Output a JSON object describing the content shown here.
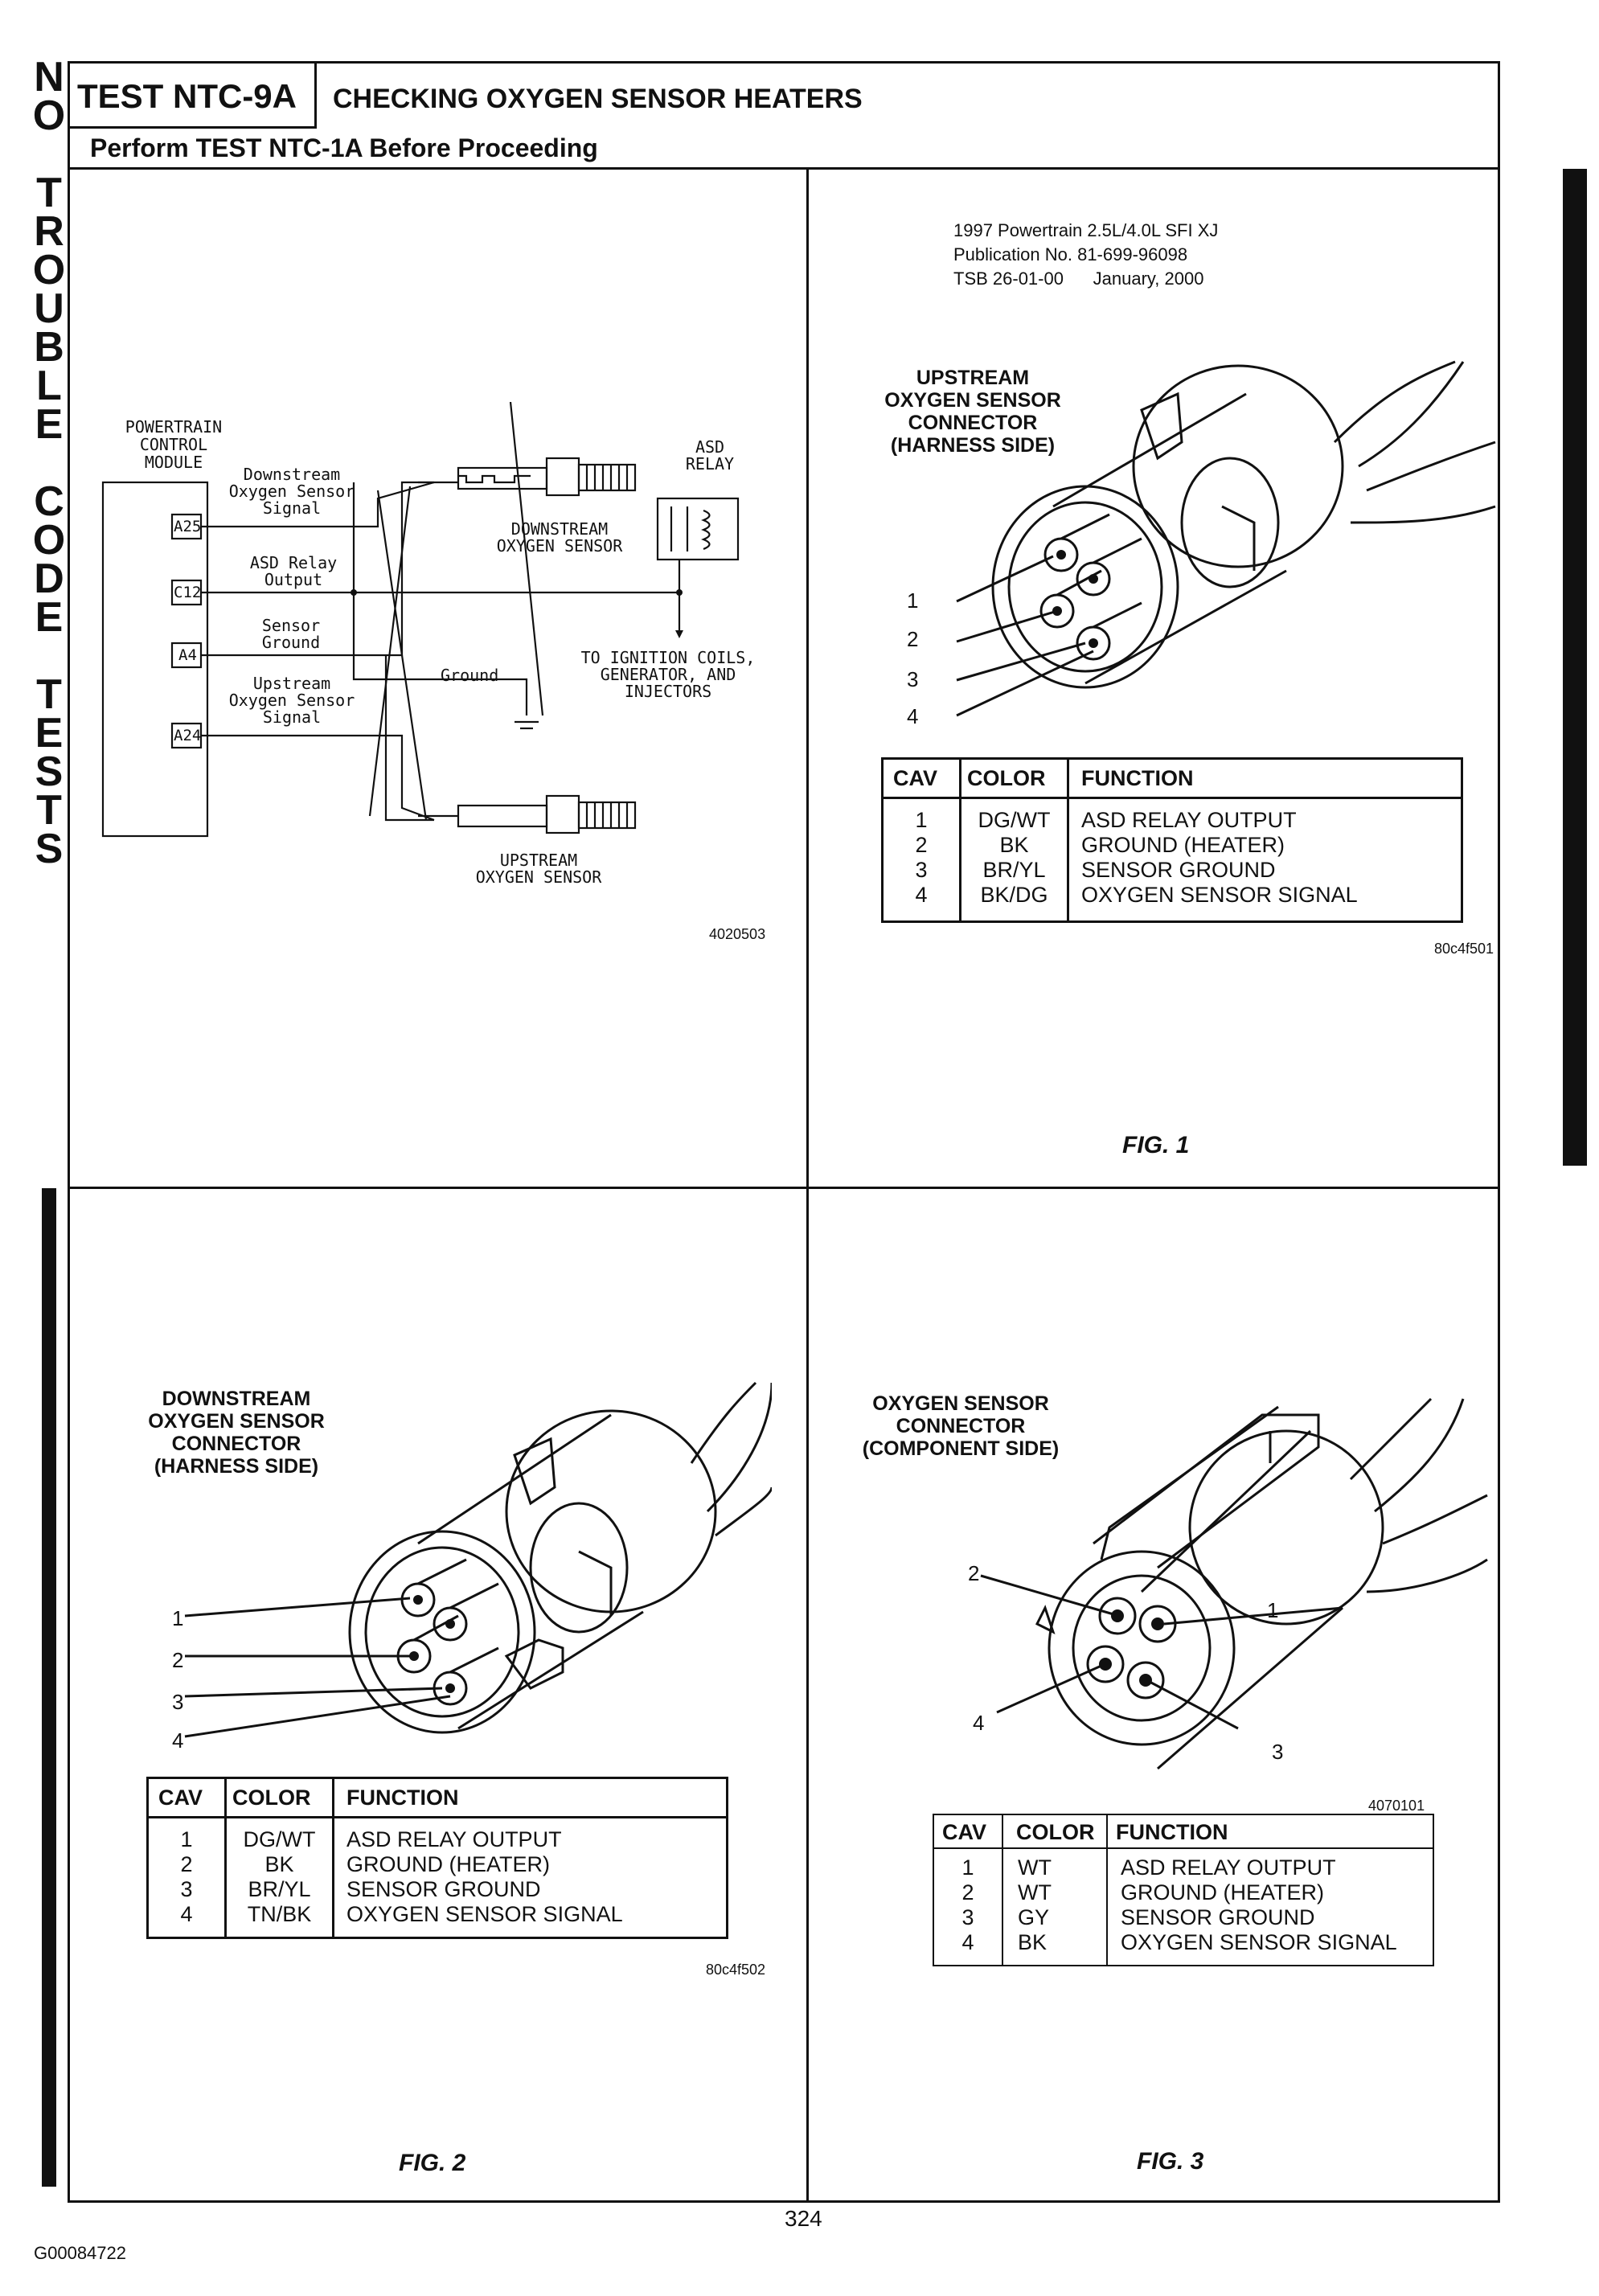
{
  "side_title": [
    "N",
    "O",
    "",
    "T",
    "R",
    "O",
    "U",
    "B",
    "L",
    "E",
    "",
    "C",
    "O",
    "D",
    "E",
    "",
    "T",
    "E",
    "S",
    "T",
    "S"
  ],
  "header": {
    "test_id": "TEST NTC-9A",
    "test_title": "CHECKING OXYGEN SENSOR HEATERS",
    "subtitle": "Perform TEST NTC-1A Before Proceeding"
  },
  "publication": {
    "line1": "1997 Powertrain 2.5L/4.0L SFI XJ",
    "line2": "Publication No. 81-699-96098",
    "line3": "TSB 26-01-00      January, 2000"
  },
  "schematic": {
    "pcm_label": [
      "POWERTRAIN",
      "CONTROL",
      "MODULE"
    ],
    "pins": [
      "A25",
      "C12",
      "A4",
      "A24"
    ],
    "signals": {
      "downstream": [
        "Downstream",
        "Oxygen Sensor",
        "Signal"
      ],
      "asd_relay": [
        "ASD Relay",
        "Output"
      ],
      "sensor_ground": [
        "Sensor",
        "Ground"
      ],
      "upstream": [
        "Upstream",
        "Oxygen Sensor",
        "Signal"
      ],
      "ground": "Ground"
    },
    "asd_relay_label": [
      "ASD",
      "RELAY"
    ],
    "downstream_sensor_label": [
      "DOWNSTREAM",
      "OXYGEN SENSOR"
    ],
    "upstream_sensor_label": [
      "UPSTREAM",
      "OXYGEN SENSOR"
    ],
    "ignition_label": [
      "TO IGNITION COILS,",
      "GENERATOR, AND",
      "INJECTORS"
    ],
    "figure_id": "4020503"
  },
  "fig1": {
    "title": [
      "UPSTREAM",
      "OXYGEN SENSOR",
      "CONNECTOR",
      "(HARNESS SIDE)"
    ],
    "pins": [
      "1",
      "2",
      "3",
      "4"
    ],
    "headers": [
      "CAV",
      "COLOR",
      "FUNCTION"
    ],
    "rows": [
      [
        "1",
        "DG/WT",
        "ASD RELAY OUTPUT"
      ],
      [
        "2",
        "BK",
        "GROUND (HEATER)"
      ],
      [
        "3",
        "BR/YL",
        "SENSOR GROUND"
      ],
      [
        "4",
        "BK/DG",
        "OXYGEN SENSOR SIGNAL"
      ]
    ],
    "figure_id": "80c4f501",
    "caption": "FIG. 1"
  },
  "fig2": {
    "title": [
      "DOWNSTREAM",
      "OXYGEN SENSOR",
      "CONNECTOR",
      "(HARNESS SIDE)"
    ],
    "pins": [
      "1",
      "2",
      "3",
      "4"
    ],
    "headers": [
      "CAV",
      "COLOR",
      "FUNCTION"
    ],
    "rows": [
      [
        "1",
        "DG/WT",
        "ASD RELAY OUTPUT"
      ],
      [
        "2",
        "BK",
        "GROUND (HEATER)"
      ],
      [
        "3",
        "BR/YL",
        "SENSOR GROUND"
      ],
      [
        "4",
        "TN/BK",
        "OXYGEN SENSOR SIGNAL"
      ]
    ],
    "figure_id": "80c4f502",
    "caption": "FIG. 2"
  },
  "fig3": {
    "title": [
      "OXYGEN SENSOR",
      "CONNECTOR",
      "(COMPONENT SIDE)"
    ],
    "pins": [
      "1",
      "2",
      "3",
      "4"
    ],
    "headers": [
      "CAV",
      "COLOR",
      "FUNCTION"
    ],
    "rows": [
      [
        "1",
        "WT",
        "ASD RELAY OUTPUT"
      ],
      [
        "2",
        "WT",
        "GROUND (HEATER)"
      ],
      [
        "3",
        "GY",
        "SENSOR GROUND"
      ],
      [
        "4",
        "BK",
        "OXYGEN SENSOR SIGNAL"
      ]
    ],
    "figure_id": "4070101",
    "caption": "FIG. 3"
  },
  "footer": {
    "page_number": "324",
    "doc_id": "G00084722"
  }
}
